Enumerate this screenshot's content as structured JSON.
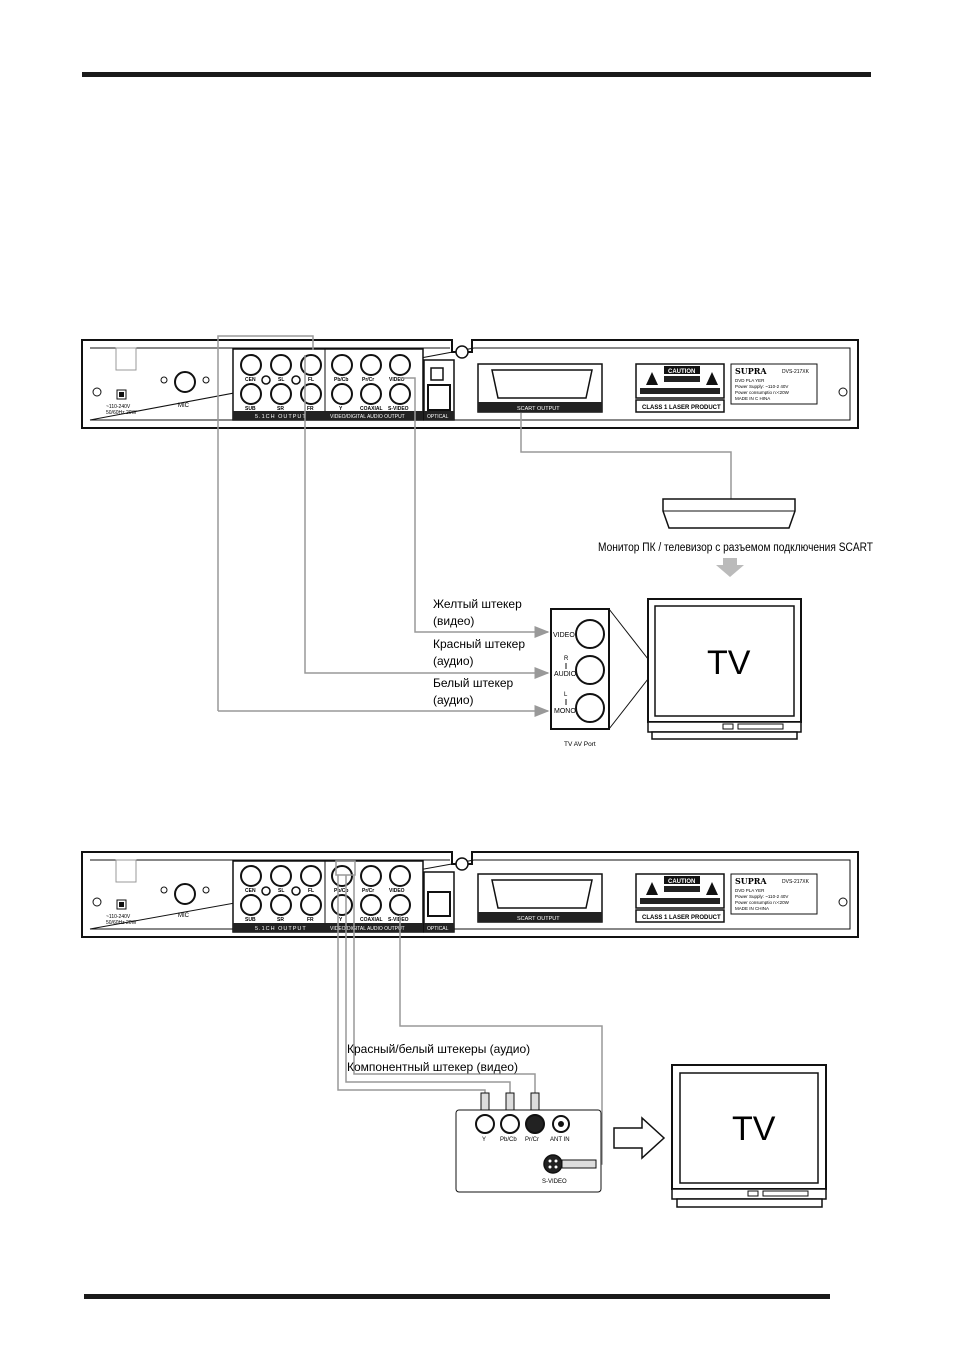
{
  "player": {
    "power_label_1": "~110-240V",
    "power_label_2": "50/60Hz 20W",
    "mic_label": "MIC",
    "jacks_row1": [
      "CEN",
      "SL",
      "FL",
      "Pb/Cb",
      "Pr/Cr",
      "VIDEO"
    ],
    "jacks_row2": [
      "SUB",
      "SR",
      "FR",
      "Y",
      "COAXIAL",
      "S-VIDEO"
    ],
    "group_51": "5.1CH OUTPUT",
    "group_video": "VIDEO/DIGITAL AUDIO OUTPUT",
    "group_optical": "OPTICAL",
    "scart_label": "SCART    OUTPUT",
    "caution_title": "CAUTION",
    "laser_label": "CLASS 1 LASER PRODUCT",
    "brand": "SUPRA",
    "model_1": "DVS-217XK",
    "model_2": "DVS-217XK",
    "spec_1": "DVD PLA  YER",
    "spec_2": "Power Supply: ~110-2  40V",
    "spec_3": "Power consumptio n:<20W",
    "spec_4_top": "MADE IN C HINA",
    "spec_4_bottom": "MADE IN CHINA"
  },
  "diagram1": {
    "scart_caption": "Монитор ПК / телевизор с разъемом подключения SCART",
    "yellow_1": "Желтый штекер",
    "yellow_2": "(видео)",
    "red_1": "Красный штекер",
    "red_2": "(аудио)",
    "white_1": "Белый штекер",
    "white_2": "(аудио)",
    "port_video": "VIDEO",
    "port_r": "R",
    "port_audio": "AUDIO",
    "port_l": "L",
    "port_mono": "MONO",
    "port_caption": "TV AV Port",
    "tv_label": "TV"
  },
  "diagram2": {
    "caption_1": "Красный/белый штекеры (аудио)",
    "caption_2": "Компонентный штекер (видео)",
    "jack_y": "Y",
    "jack_pb": "Pb/Cb",
    "jack_pr": "Pr/Cr",
    "jack_ant": "ANT IN",
    "jack_svideo": "S-VIDEO",
    "tv_label": "TV"
  }
}
